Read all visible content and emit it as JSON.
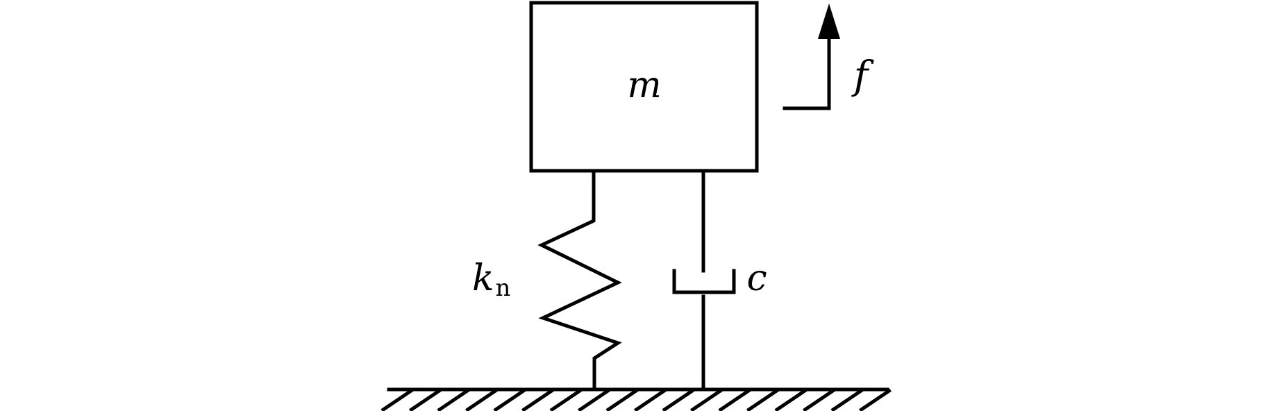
{
  "labels": {
    "mass": "m",
    "force": "f",
    "spring": "k",
    "spring_subscript": "n",
    "damper": "c"
  },
  "colors": {
    "stroke": "#000000",
    "background": "#ffffff"
  }
}
